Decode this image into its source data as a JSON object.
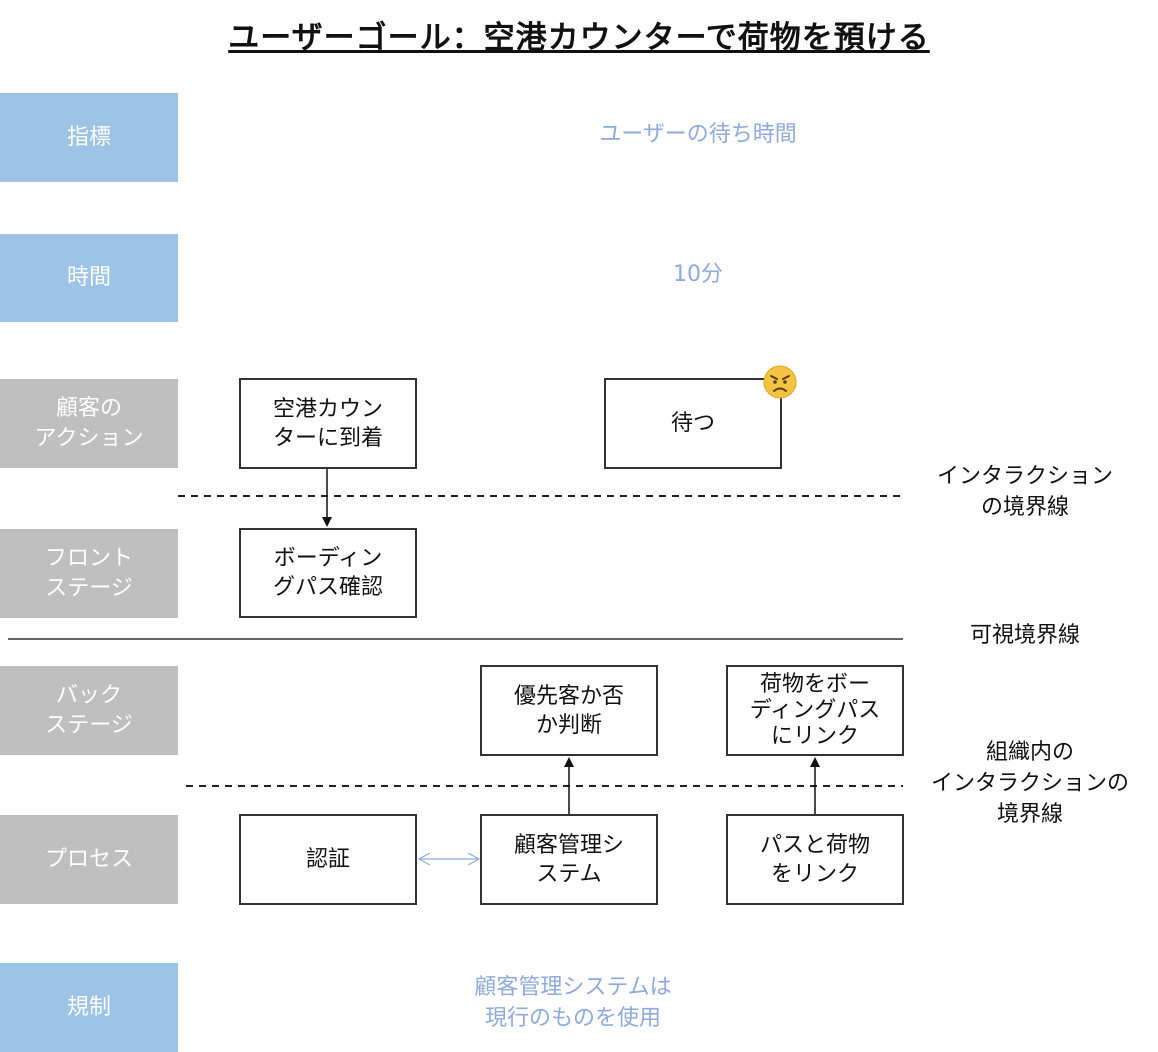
{
  "title": "ユーザーゴール：空港カウンターで荷物を預ける",
  "rows": {
    "indicator": "指標",
    "time": "時間",
    "customer": "顧客の\nアクション",
    "frontstage": "フロント\nステージ",
    "backstage": "バック\nステージ",
    "process": "プロセス",
    "regulation": "規制"
  },
  "values": {
    "indicator": "ユーザーの待ち時間",
    "time": "10分",
    "regulation": "顧客管理システムは\n現行のものを使用"
  },
  "boxes": {
    "arrive": "空港カウン\nターに到着",
    "wait": "待つ",
    "check_pass": "ボーディン\nグパス確認",
    "priority": "優先客か否\nか判断",
    "link_pass": "荷物をボー\nディングパス\nにリンク",
    "auth": "認証",
    "crm": "顧客管理シ\nステム",
    "pass_link": "パスと荷物\nをリンク"
  },
  "notes": {
    "interaction_line": "インタラクション\nの境界線",
    "visibility_line": "可視境界線",
    "internal_line": "組織内の\nインタラクションの\n境界線"
  },
  "colors": {
    "blue_label": "#9dc3e6",
    "gray_label": "#bfbfbf",
    "info_text": "#8faadc",
    "emoji": "#f5c343"
  },
  "icons": {
    "wait_emoji": "angry-face-icon"
  }
}
